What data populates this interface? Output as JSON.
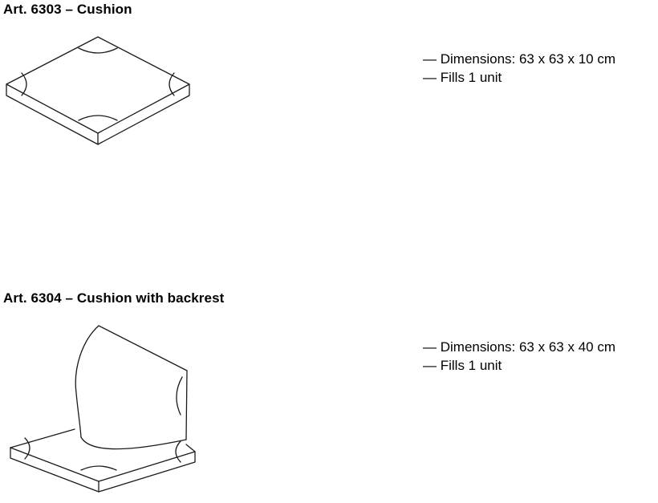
{
  "colors": {
    "background": "#ffffff",
    "text": "#000000",
    "line": "#1a1a1a"
  },
  "page": {
    "sections": [
      {
        "title": "Art. 6303 – Cushion",
        "illustration": "cushion-flat-line-drawing",
        "specs": [
          "— Dimensions: 63 x 63 x 10 cm",
          "— Fills 1 unit"
        ]
      },
      {
        "title": "Art. 6304 – Cushion with backrest",
        "illustration": "cushion-with-backrest-line-drawing",
        "specs": [
          "— Dimensions: 63 x 63 x 40 cm",
          "— Fills 1 unit"
        ]
      }
    ]
  }
}
